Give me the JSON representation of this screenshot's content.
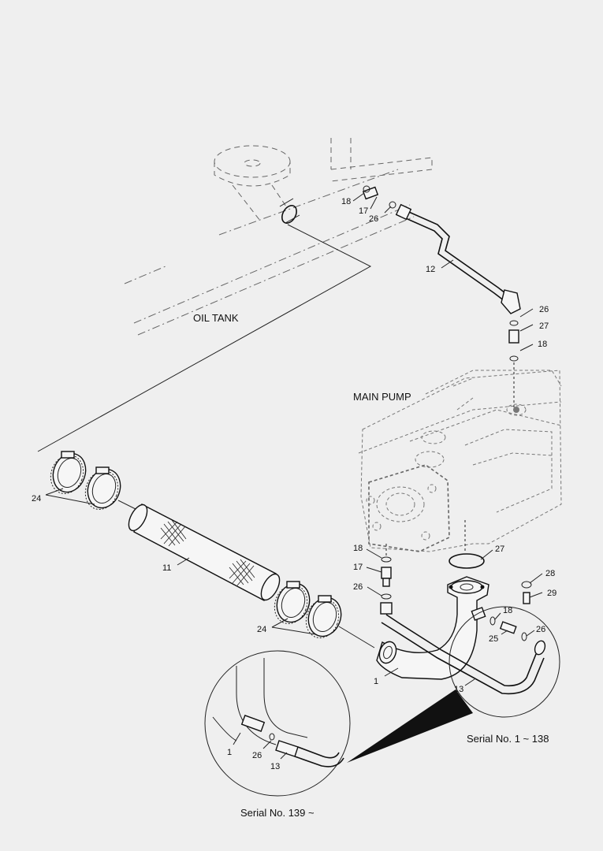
{
  "labels": {
    "oil_tank": "OIL TANK",
    "main_pump": "MAIN PUMP",
    "serial_a": "Serial No. 1 ~ 138",
    "serial_b": "Serial No. 139 ~"
  },
  "callouts": {
    "c18a": "18",
    "c17a": "17",
    "c26a": "26",
    "c12": "12",
    "c26b": "26",
    "c27a": "27",
    "c18b": "18",
    "c24a": "24",
    "c11": "11",
    "c24b": "24",
    "c18c": "18",
    "c17b": "17",
    "c26c": "26",
    "c27b": "27",
    "c28": "28",
    "c29": "29",
    "c18d": "18",
    "c26d": "26",
    "c25": "25",
    "c1a": "1",
    "c13a": "13",
    "c1b": "1",
    "c26e": "26",
    "c13b": "13"
  }
}
